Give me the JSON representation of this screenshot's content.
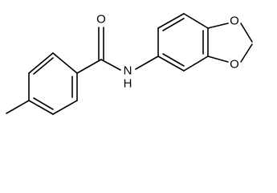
{
  "molecule": {
    "atoms": {
      "carbonyl_oxygen": "O",
      "amide_nitrogen": "N",
      "amide_hydrogen": "H",
      "dioxole_oxygen_top": "O",
      "dioxole_oxygen_bottom": "O"
    }
  },
  "colors": {
    "bond": "#000000",
    "label": "#000000",
    "background": "#ffffff"
  }
}
